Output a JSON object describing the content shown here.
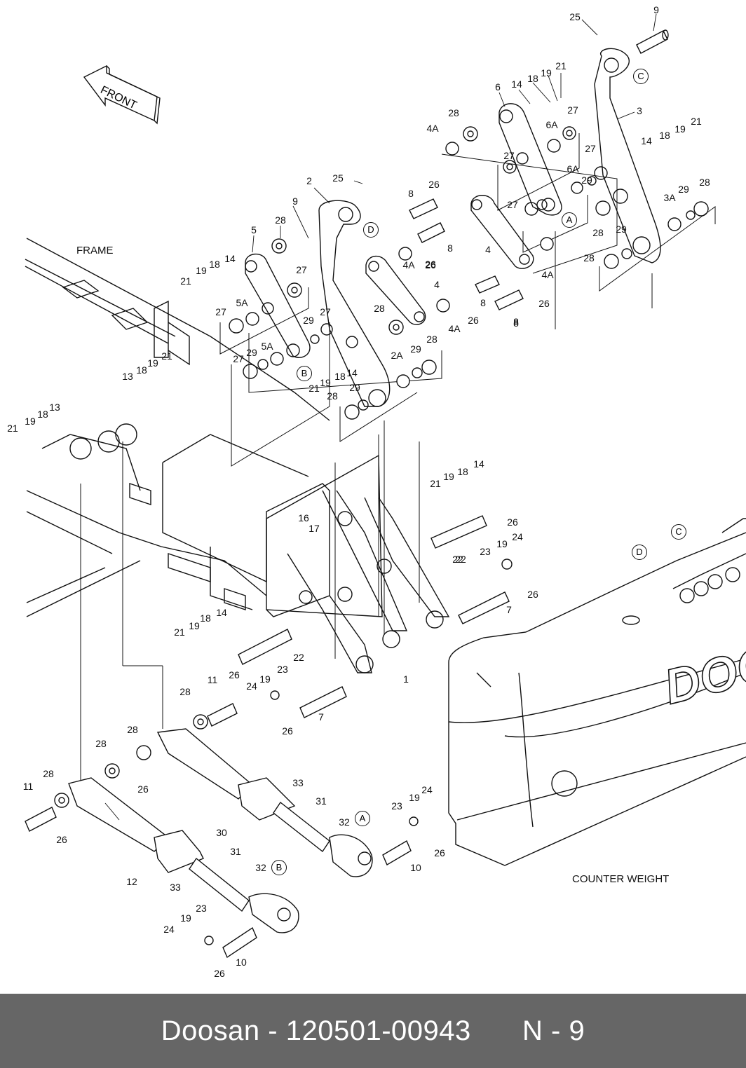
{
  "footer": {
    "brand": "Doosan",
    "part_number": "120501-00943",
    "page": "N - 9",
    "separator": "-"
  },
  "diagram": {
    "front_arrow_label": "FRONT",
    "frame_label": "FRAME",
    "counterweight_label": "COUNTER WEIGHT",
    "logo_text": "DOO",
    "reference_markers": [
      "A",
      "B",
      "C",
      "D"
    ],
    "callouts": [
      {
        "id": "c1",
        "text": "25"
      },
      {
        "id": "c2",
        "text": "9"
      },
      {
        "id": "c3",
        "text": "6"
      },
      {
        "id": "c4",
        "text": "14"
      },
      {
        "id": "c5",
        "text": "18"
      },
      {
        "id": "c6",
        "text": "19"
      },
      {
        "id": "c7",
        "text": "21"
      },
      {
        "id": "c8",
        "text": "3"
      },
      {
        "id": "c9",
        "text": "28"
      },
      {
        "id": "c10",
        "text": "4A"
      },
      {
        "id": "c11",
        "text": "27"
      },
      {
        "id": "c12",
        "text": "6A"
      },
      {
        "id": "c13",
        "text": "27"
      },
      {
        "id": "c14",
        "text": "6A"
      },
      {
        "id": "c15",
        "text": "27"
      },
      {
        "id": "c16",
        "text": "29"
      },
      {
        "id": "c17",
        "text": "27"
      },
      {
        "id": "c18",
        "text": "14"
      },
      {
        "id": "c19",
        "text": "18"
      },
      {
        "id": "c20",
        "text": "19"
      },
      {
        "id": "c21",
        "text": "21"
      },
      {
        "id": "c22",
        "text": "3A"
      },
      {
        "id": "c23",
        "text": "29"
      },
      {
        "id": "c24",
        "text": "28"
      },
      {
        "id": "c25",
        "text": "28"
      },
      {
        "id": "c26",
        "text": "29"
      },
      {
        "id": "c27",
        "text": "28"
      },
      {
        "id": "c28",
        "text": "4"
      },
      {
        "id": "c29",
        "text": "4A"
      },
      {
        "id": "c30",
        "text": "8"
      },
      {
        "id": "c31",
        "text": "26"
      },
      {
        "id": "c32",
        "text": "25"
      },
      {
        "id": "c33",
        "text": "2"
      },
      {
        "id": "c34",
        "text": "9"
      },
      {
        "id": "c35",
        "text": "28"
      },
      {
        "id": "c36",
        "text": "5"
      },
      {
        "id": "c37",
        "text": "8"
      },
      {
        "id": "c38",
        "text": "26"
      },
      {
        "id": "c39",
        "text": "8"
      },
      {
        "id": "c40",
        "text": "4A"
      },
      {
        "id": "c41",
        "text": "26"
      },
      {
        "id": "c42",
        "text": "4"
      },
      {
        "id": "c43",
        "text": "14"
      },
      {
        "id": "c44",
        "text": "18"
      },
      {
        "id": "c45",
        "text": "19"
      },
      {
        "id": "c46",
        "text": "21"
      },
      {
        "id": "c47",
        "text": "27"
      },
      {
        "id": "c48",
        "text": "5A"
      },
      {
        "id": "c49",
        "text": "27"
      },
      {
        "id": "c50",
        "text": "28"
      },
      {
        "id": "c51",
        "text": "4A"
      },
      {
        "id": "c52",
        "text": "26"
      },
      {
        "id": "c53",
        "text": "8"
      },
      {
        "id": "c54",
        "text": "8"
      },
      {
        "id": "c55",
        "text": "26"
      },
      {
        "id": "c56",
        "text": "29"
      },
      {
        "id": "c57",
        "text": "27"
      },
      {
        "id": "c58",
        "text": "29"
      },
      {
        "id": "c59",
        "text": "5A"
      },
      {
        "id": "c60",
        "text": "27"
      },
      {
        "id": "c61",
        "text": "21"
      },
      {
        "id": "c62",
        "text": "19"
      },
      {
        "id": "c63",
        "text": "18"
      },
      {
        "id": "c64",
        "text": "14"
      },
      {
        "id": "c65",
        "text": "2A"
      },
      {
        "id": "c66",
        "text": "29"
      },
      {
        "id": "c67",
        "text": "28"
      },
      {
        "id": "c68",
        "text": "28"
      },
      {
        "id": "c69",
        "text": "29"
      },
      {
        "id": "c70",
        "text": "13"
      },
      {
        "id": "c71",
        "text": "18"
      },
      {
        "id": "c72",
        "text": "19"
      },
      {
        "id": "c73",
        "text": "21"
      },
      {
        "id": "c74",
        "text": "21"
      },
      {
        "id": "c75",
        "text": "19"
      },
      {
        "id": "c76",
        "text": "18"
      },
      {
        "id": "c77",
        "text": "13"
      },
      {
        "id": "c78",
        "text": "21"
      },
      {
        "id": "c79",
        "text": "19"
      },
      {
        "id": "c80",
        "text": "18"
      },
      {
        "id": "c81",
        "text": "14"
      },
      {
        "id": "c82",
        "text": "26"
      },
      {
        "id": "c83",
        "text": "22"
      },
      {
        "id": "c84",
        "text": "23"
      },
      {
        "id": "c85",
        "text": "19"
      },
      {
        "id": "c86",
        "text": "24"
      },
      {
        "id": "c87",
        "text": "26"
      },
      {
        "id": "c88",
        "text": "7"
      },
      {
        "id": "c89",
        "text": "22"
      },
      {
        "id": "c90",
        "text": "16"
      },
      {
        "id": "c91",
        "text": "17"
      },
      {
        "id": "c92",
        "text": "1"
      },
      {
        "id": "c93",
        "text": "21"
      },
      {
        "id": "c94",
        "text": "19"
      },
      {
        "id": "c95",
        "text": "18"
      },
      {
        "id": "c96",
        "text": "14"
      },
      {
        "id": "c97",
        "text": "26"
      },
      {
        "id": "c98",
        "text": "22"
      },
      {
        "id": "c99",
        "text": "11"
      },
      {
        "id": "c100",
        "text": "28"
      },
      {
        "id": "c101",
        "text": "24"
      },
      {
        "id": "c102",
        "text": "19"
      },
      {
        "id": "c103",
        "text": "23"
      },
      {
        "id": "c104",
        "text": "7"
      },
      {
        "id": "c105",
        "text": "26"
      },
      {
        "id": "c106",
        "text": "28"
      },
      {
        "id": "c107",
        "text": "28"
      },
      {
        "id": "c108",
        "text": "26"
      },
      {
        "id": "c109",
        "text": "11"
      },
      {
        "id": "c110",
        "text": "28"
      },
      {
        "id": "c111",
        "text": "26"
      },
      {
        "id": "c112",
        "text": "33"
      },
      {
        "id": "c113",
        "text": "31"
      },
      {
        "id": "c114",
        "text": "30"
      },
      {
        "id": "c115",
        "text": "32"
      },
      {
        "id": "c116",
        "text": "23"
      },
      {
        "id": "c117",
        "text": "19"
      },
      {
        "id": "c118",
        "text": "24"
      },
      {
        "id": "c119",
        "text": "26"
      },
      {
        "id": "c120",
        "text": "10"
      },
      {
        "id": "c121",
        "text": "12"
      },
      {
        "id": "c122",
        "text": "33"
      },
      {
        "id": "c123",
        "text": "31"
      },
      {
        "id": "c124",
        "text": "32"
      },
      {
        "id": "c125",
        "text": "24"
      },
      {
        "id": "c126",
        "text": "19"
      },
      {
        "id": "c127",
        "text": "23"
      },
      {
        "id": "c128",
        "text": "10"
      },
      {
        "id": "c129",
        "text": "26"
      }
    ]
  }
}
